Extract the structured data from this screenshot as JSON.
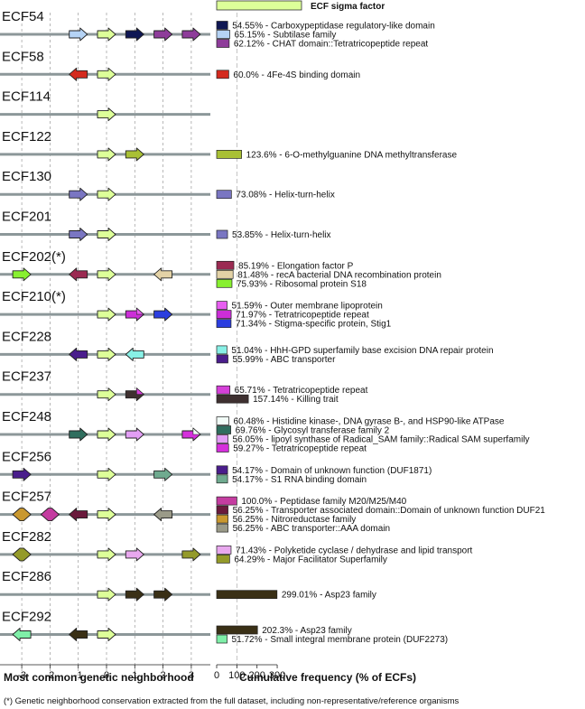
{
  "chart_data": {
    "type": "bar",
    "legend": {
      "label": "ECF sigma factor",
      "color": "#ddff99"
    },
    "left_axis": {
      "title": "Most common genetic neighborhood",
      "ticks": [
        "-3",
        "-2",
        "-1",
        "0",
        "1",
        "2",
        "3"
      ]
    },
    "right_axis": {
      "title": "Cumulative frequency (% of ECFs)",
      "ticks": [
        "0",
        "100",
        "200",
        "300"
      ],
      "xlim": [
        0,
        300
      ]
    },
    "footnote": "(*) Genetic neighborhood conservation extracted from the full dataset, including non-representative/reference organisms",
    "families": [
      {
        "name": "ECF54",
        "genes": [
          {
            "pos": -1,
            "dir": "right",
            "color": "#b5d3f5"
          },
          {
            "pos": 0,
            "dir": "right",
            "color": "#ddff99"
          },
          {
            "pos": 1,
            "dir": "right",
            "color": "#0f1754"
          },
          {
            "pos": 2,
            "dir": "right",
            "color": "#8e3c9a"
          },
          {
            "pos": 3,
            "dir": "right",
            "color": "#8e3c9a"
          }
        ],
        "bars": [
          {
            "value": 54.55,
            "label": "54.55% - Carboxypeptidase regulatory-like domain",
            "color": "#0f1754"
          },
          {
            "value": 65.15,
            "label": "65.15% - Subtilase family",
            "color": "#b5d3f5"
          },
          {
            "value": 62.12,
            "label": "62.12% - CHAT domain::Tetratricopeptide repeat",
            "color": "#8e3c9a"
          }
        ]
      },
      {
        "name": "ECF58",
        "genes": [
          {
            "pos": -1,
            "dir": "left",
            "color": "#d42a1e"
          },
          {
            "pos": 0,
            "dir": "right",
            "color": "#ddff99"
          }
        ],
        "bars": [
          {
            "value": 60.0,
            "label": "60.0% - 4Fe-4S binding domain",
            "color": "#d42a1e"
          }
        ]
      },
      {
        "name": "ECF114",
        "genes": [
          {
            "pos": 0,
            "dir": "right",
            "color": "#ddff99"
          }
        ],
        "bars": []
      },
      {
        "name": "ECF122",
        "genes": [
          {
            "pos": 0,
            "dir": "right",
            "color": "#ddff99"
          },
          {
            "pos": 1,
            "dir": "right",
            "color": "#a9c035"
          }
        ],
        "bars": [
          {
            "value": 123.6,
            "label": "123.6% - 6-O-methylguanine DNA methyltransferase",
            "color": "#a9c035"
          }
        ]
      },
      {
        "name": "ECF130",
        "genes": [
          {
            "pos": -1,
            "dir": "right",
            "color": "#7a76c2"
          },
          {
            "pos": 0,
            "dir": "right",
            "color": "#ddff99"
          }
        ],
        "bars": [
          {
            "value": 73.08,
            "label": "73.08% - Helix-turn-helix",
            "color": "#7a76c2"
          }
        ]
      },
      {
        "name": "ECF201",
        "genes": [
          {
            "pos": -1,
            "dir": "right",
            "color": "#7a76c2"
          },
          {
            "pos": 0,
            "dir": "right",
            "color": "#ddff99"
          }
        ],
        "bars": [
          {
            "value": 53.85,
            "label": "53.85% - Helix-turn-helix",
            "color": "#7a76c2"
          }
        ]
      },
      {
        "name": "ECF202(*)",
        "genes": [
          {
            "pos": -3,
            "dir": "right",
            "color": "#88f030"
          },
          {
            "pos": -1,
            "dir": "left",
            "color": "#9b2a52"
          },
          {
            "pos": 0,
            "dir": "right",
            "color": "#ddff99"
          },
          {
            "pos": 2,
            "dir": "left",
            "color": "#e3d2a6"
          }
        ],
        "bars": [
          {
            "value": 85.19,
            "label": "85.19% - Elongation factor P",
            "color": "#9b2a52"
          },
          {
            "value": 81.48,
            "label": "81.48% - recA bacterial DNA recombination protein",
            "color": "#e3d2a6"
          },
          {
            "value": 75.93,
            "label": "75.93% - Ribosomal protein S18",
            "color": "#88f030"
          }
        ]
      },
      {
        "name": "ECF210(*)",
        "genes": [
          {
            "pos": 0,
            "dir": "right",
            "color": "#ddff99"
          },
          {
            "pos": 1,
            "dir": "right",
            "color": "#cc2ed8",
            "split": "#e75ef0"
          },
          {
            "pos": 2,
            "dir": "right",
            "color": "#2b3ee0"
          }
        ],
        "bars": [
          {
            "value": 51.59,
            "label": "51.59% - Outer membrane lipoprotein",
            "color": "#e75ef0"
          },
          {
            "value": 71.97,
            "label": "71.97% - Tetratricopeptide repeat",
            "color": "#cc2ed8"
          },
          {
            "value": 71.34,
            "label": "71.34% - Stigma-specific protein, Stig1",
            "color": "#2b3ee0"
          }
        ]
      },
      {
        "name": "ECF228",
        "genes": [
          {
            "pos": -1,
            "dir": "left",
            "color": "#4a1d8c"
          },
          {
            "pos": 0,
            "dir": "right",
            "color": "#ddff99"
          },
          {
            "pos": 1,
            "dir": "left",
            "color": "#88f0e6"
          }
        ],
        "bars": [
          {
            "value": 51.04,
            "label": "51.04% - HhH-GPD superfamily base excision DNA repair protein",
            "color": "#88f0e6"
          },
          {
            "value": 55.99,
            "label": "55.99% - ABC transporter",
            "color": "#4a1d8c"
          }
        ]
      },
      {
        "name": "ECF237",
        "genes": [
          {
            "pos": 0,
            "dir": "right",
            "color": "#ddff99"
          },
          {
            "pos": 1,
            "dir": "right",
            "color": "#3e3030",
            "split": "#d540d8"
          }
        ],
        "bars": [
          {
            "value": 65.71,
            "label": "65.71% - Tetratricopeptide repeat",
            "color": "#d540d8"
          },
          {
            "value": 157.14,
            "label": "157.14% - Killing trait",
            "color": "#3e3030"
          }
        ]
      },
      {
        "name": "ECF248",
        "genes": [
          {
            "pos": -1,
            "dir": "right",
            "color": "#2f6e5e"
          },
          {
            "pos": 0,
            "dir": "right",
            "color": "#ddff99"
          },
          {
            "pos": 1,
            "dir": "right",
            "color": "#e29ef5"
          },
          {
            "pos": 3,
            "dir": "right",
            "color": "#d52fdc",
            "split": "#f1fcf7"
          }
        ],
        "bars": [
          {
            "value": 60.48,
            "label": "60.48% - Histidine kinase-, DNA gyrase B-, and HSP90-like ATPase",
            "color": "#f1fcf7"
          },
          {
            "value": 69.76,
            "label": "69.76% - Glycosyl transferase family 2",
            "color": "#2f6e5e"
          },
          {
            "value": 56.05,
            "label": "56.05% - lipoyl synthase of Radical_SAM family::Radical SAM superfamily",
            "color": "#e29ef5"
          },
          {
            "value": 59.27,
            "label": "59.27% - Tetratricopeptide repeat",
            "color": "#d52fdc"
          }
        ]
      },
      {
        "name": "ECF256",
        "genes": [
          {
            "pos": -3,
            "dir": "right",
            "color": "#4a1d8c"
          },
          {
            "pos": 0,
            "dir": "right",
            "color": "#ddff99"
          },
          {
            "pos": 2,
            "dir": "right",
            "color": "#6faa8f"
          }
        ],
        "bars": [
          {
            "value": 54.17,
            "label": "54.17% - Domain of unknown function (DUF1871)",
            "color": "#4a1d8c"
          },
          {
            "value": 54.17,
            "label": "54.17% - S1 RNA binding domain",
            "color": "#6faa8f"
          }
        ]
      },
      {
        "name": "ECF257",
        "genes": [
          {
            "pos": -3,
            "dir": "right",
            "color": "#c9982f",
            "double": true
          },
          {
            "pos": -2,
            "dir": "right",
            "color": "#c43ca0",
            "double": true
          },
          {
            "pos": -1,
            "dir": "left",
            "color": "#6a1a3c"
          },
          {
            "pos": 0,
            "dir": "right",
            "color": "#ddff99"
          },
          {
            "pos": 2,
            "dir": "left",
            "color": "#9a9a88"
          }
        ],
        "bars": [
          {
            "value": 100.0,
            "label": "100.0% - Peptidase family M20/M25/M40",
            "color": "#c43ca0"
          },
          {
            "value": 56.25,
            "label": "56.25% - Transporter associated domain::Domain of unknown function DUF21",
            "color": "#6a1a3c"
          },
          {
            "value": 56.25,
            "label": "56.25% - Nitroreductase family",
            "color": "#c9982f"
          },
          {
            "value": 56.25,
            "label": "56.25% - ABC transporter::AAA domain",
            "color": "#9a9a88"
          }
        ]
      },
      {
        "name": "ECF282",
        "genes": [
          {
            "pos": -3,
            "dir": "right",
            "color": "#949a2a",
            "double": true
          },
          {
            "pos": 0,
            "dir": "right",
            "color": "#ddff99"
          },
          {
            "pos": 1,
            "dir": "right",
            "color": "#e8a8ee"
          },
          {
            "pos": 3,
            "dir": "right",
            "color": "#949a2a"
          }
        ],
        "bars": [
          {
            "value": 71.43,
            "label": "71.43% - Polyketide cyclase / dehydrase and lipid transport",
            "color": "#e8a8ee"
          },
          {
            "value": 64.29,
            "label": "64.29% - Major Facilitator Superfamily",
            "color": "#949a2a"
          }
        ]
      },
      {
        "name": "ECF286",
        "genes": [
          {
            "pos": 0,
            "dir": "right",
            "color": "#ddff99"
          },
          {
            "pos": 1,
            "dir": "right",
            "color": "#3a3016"
          },
          {
            "pos": 2,
            "dir": "right",
            "color": "#3a3016"
          }
        ],
        "bars": [
          {
            "value": 299.01,
            "label": "299.01% - Asp23 family",
            "color": "#3a3016"
          }
        ]
      },
      {
        "name": "ECF292",
        "genes": [
          {
            "pos": -3,
            "dir": "left",
            "color": "#7fefa8"
          },
          {
            "pos": -1,
            "dir": "left",
            "color": "#3a3016"
          },
          {
            "pos": 0,
            "dir": "right",
            "color": "#ddff99"
          }
        ],
        "bars": [
          {
            "value": 202.3,
            "label": "202.3% - Asp23 family",
            "color": "#3a3016"
          },
          {
            "value": 51.72,
            "label": "51.72% - Small integral membrane protein (DUF2273)",
            "color": "#7fefa8"
          }
        ]
      }
    ]
  }
}
